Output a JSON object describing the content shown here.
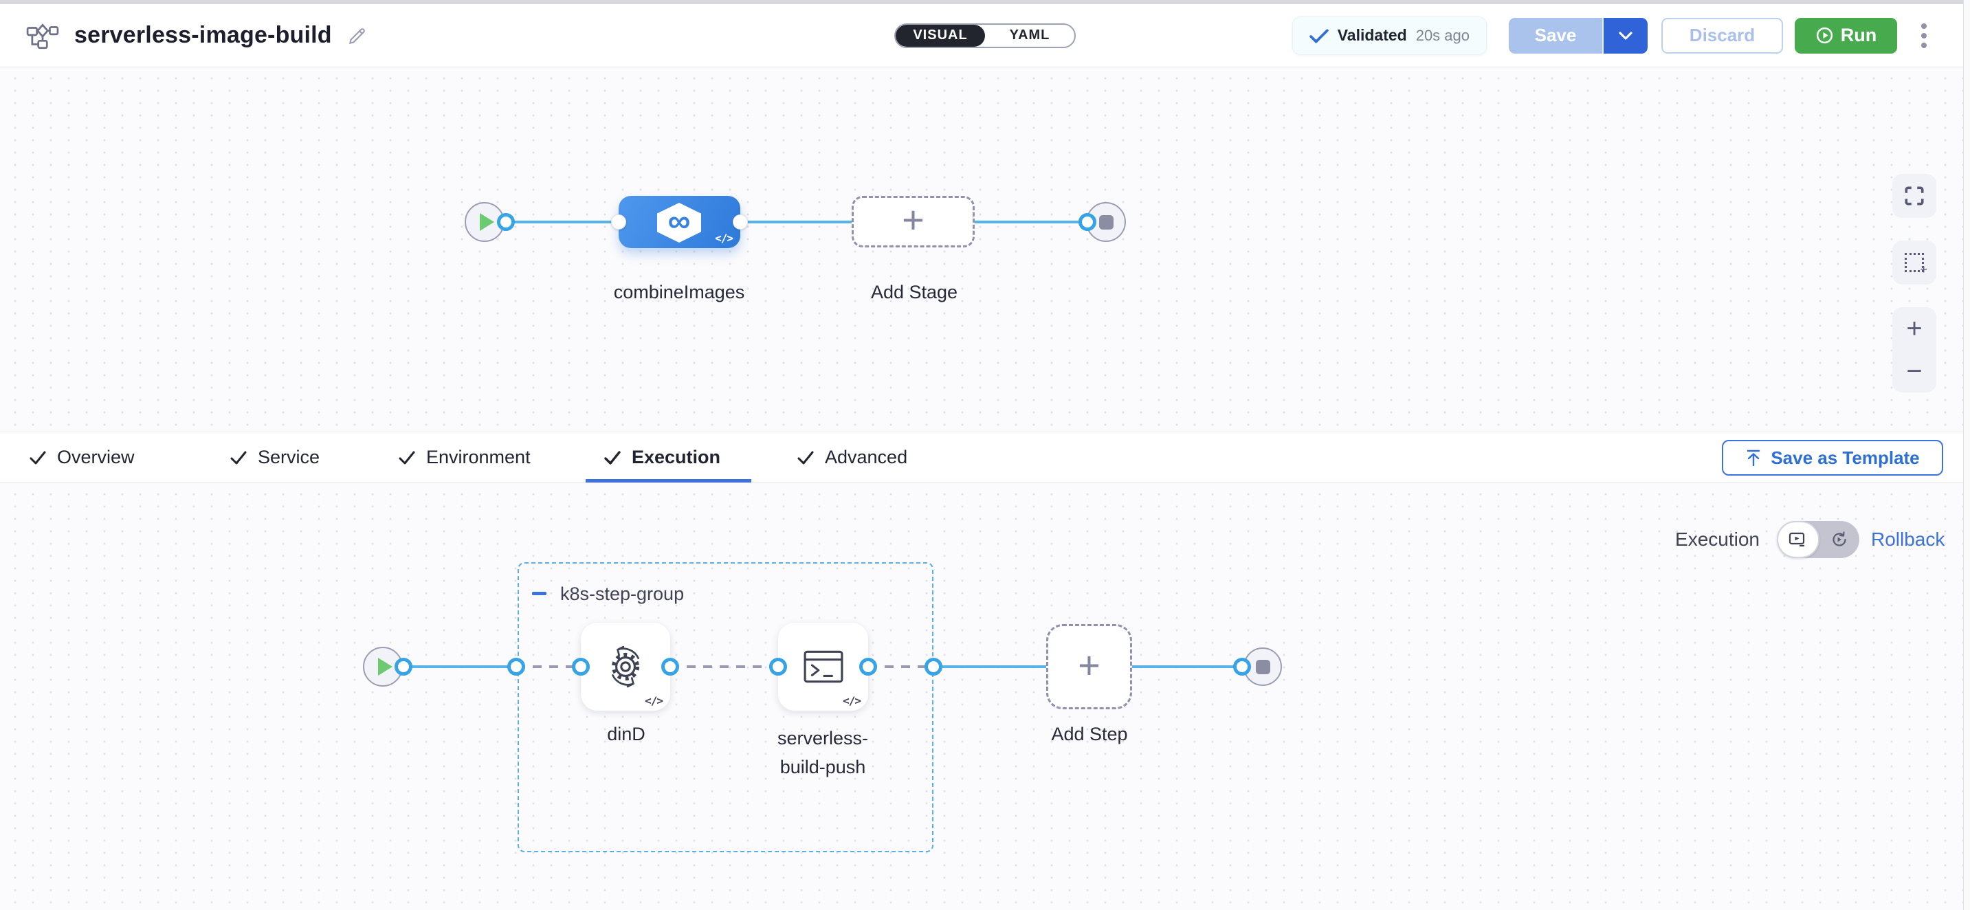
{
  "header": {
    "title": "serverless-image-build",
    "mode_toggle": {
      "options": [
        "VISUAL",
        "YAML"
      ],
      "selected": "VISUAL"
    },
    "validation_badge": {
      "label": "Validated",
      "time": "20s ago"
    },
    "save_label": "Save",
    "discard_label": "Discard",
    "run_label": "Run"
  },
  "stage_canvas": {
    "stage_name": "combineImages",
    "add_stage_label": "Add Stage"
  },
  "tabs": [
    {
      "label": "Overview",
      "checked": true,
      "active": false
    },
    {
      "label": "Service",
      "checked": true,
      "active": false
    },
    {
      "label": "Environment",
      "checked": true,
      "active": false
    },
    {
      "label": "Execution",
      "checked": true,
      "active": true
    },
    {
      "label": "Advanced",
      "checked": true,
      "active": false
    }
  ],
  "save_as_template_label": "Save as Template",
  "execution_panel": {
    "view_label": "Execution",
    "rollback_label": "Rollback",
    "step_group_name": "k8s-step-group",
    "dind_step_label": "dinD",
    "serverless_step_name": "serverless-build-push",
    "serverless_step_lines": [
      "serverless-",
      "build-push"
    ],
    "add_step_label": "Add Step"
  },
  "glyphs": {
    "infinity": "∞",
    "code": "</>",
    "zoom_in": "+",
    "zoom_out": "−",
    "plus": "+"
  },
  "icons": {
    "pipeline-icon": "flowchart",
    "edit-icon": "pencil",
    "validated-check-icon": "checkmark",
    "save-caret-icon": "chevron-down",
    "run-icon": "play-circle",
    "more-options-icon": "kebab-dots",
    "stage-icon": "hexagon-infinity",
    "start-icon": "play-triangle",
    "end-icon": "stop-square",
    "fullscreen-icon": "corner-brackets",
    "marquee-select-icon": "dotted-square",
    "tab-check-icon": "checkmark",
    "save-template-icon": "upload-arrow",
    "execution-view-icon": "play-in-window",
    "rollback-view-icon": "rotate-play",
    "collapse-icon": "minus",
    "dind-step-icon": "gear-with-arrows",
    "serverless-step-icon": "terminal"
  },
  "colors": {
    "accent_blue": "#3b72dc",
    "flow_line_blue": "#57b3e9",
    "group_border_blue": "#56b1e8",
    "run_green": "#47ab4d",
    "save_disabled_blue": "#a9c3ec",
    "save_caret_blue": "#3063d8",
    "toggle_dark": "#22242e",
    "stage_gradient_start": "#4f97ee",
    "stage_gradient_end": "#2e7ada",
    "start_green": "#6ccb71",
    "end_gray": "#8b8da2"
  }
}
